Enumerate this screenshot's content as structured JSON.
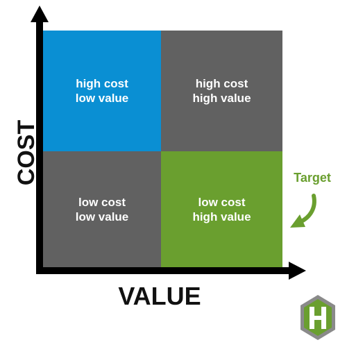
{
  "matrix": {
    "quadrants": {
      "high_cost_low_value": {
        "line1": "high cost",
        "line2": "low value"
      },
      "high_cost_high_value": {
        "line1": "high cost",
        "line2": "high value"
      },
      "low_cost_low_value": {
        "line1": "low cost",
        "line2": "low value"
      },
      "low_cost_high_value": {
        "line1": "low cost",
        "line2": "high value"
      }
    },
    "y_axis_label": "COST",
    "x_axis_label": "VALUE",
    "target_label": "Target"
  },
  "colors": {
    "blue": "#0a8fd3",
    "gray": "#616161",
    "green": "#6a9f2f",
    "axis": "#000000",
    "target": "#6a9f2f"
  },
  "icons": {
    "target_arrow": "curved-arrow-icon",
    "logo": "h-hexagon-logo-icon"
  }
}
